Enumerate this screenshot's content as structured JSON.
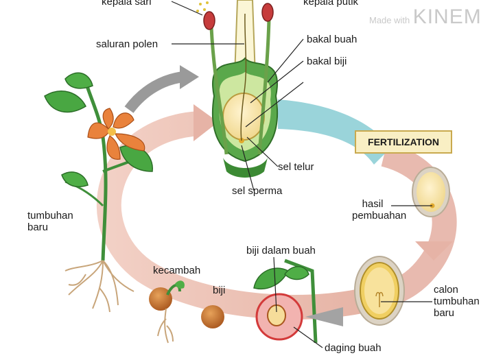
{
  "labels": {
    "kepala_sari": "kepala sari",
    "kepala_putik": "kepala putik",
    "saluran_polen": "saluran polen",
    "bakal_buah": "bakal buah",
    "bakal_biji": "bakal biji",
    "sel_telur": "sel telur",
    "sel_sperma": "sel sperma",
    "fertilization": "FERTILIZATION",
    "hasil_pembuahan": "hasil\npembuahan",
    "tumbuhan_baru": "tumbuhan\nbaru",
    "biji_dalam_buah": "biji dalam buah",
    "kecambah": "kecambah",
    "biji": "biji",
    "calon_tumbuhan_baru": "calon\ntumbuhan\nbaru",
    "daging_buah": "daging buah"
  },
  "watermark": {
    "prefix": "Made with",
    "brand": "KINEM"
  },
  "colors": {
    "cycle_arrow": "#e8b9ac",
    "fertilization_band": "#8fcfd6",
    "grey_arrow": "#9a9a9a",
    "plant_green": "#3f8f3a",
    "flower_orange": "#e9823c",
    "ovule_yellow": "#f6dd9a",
    "pollen_yellow": "#e0c33a"
  }
}
